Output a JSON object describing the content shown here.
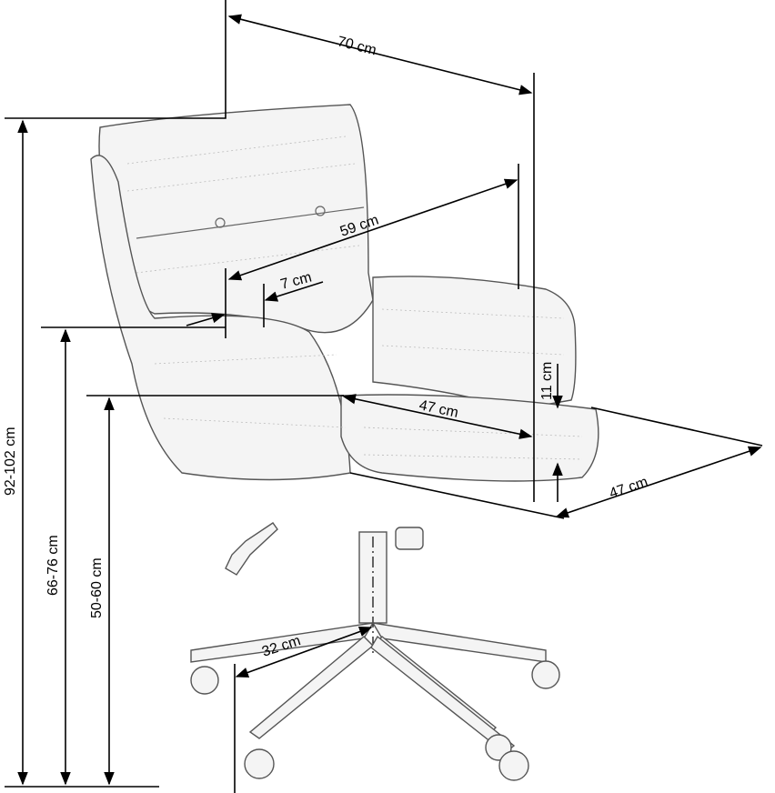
{
  "diagram": {
    "dimensions": {
      "overall_width": "70 cm",
      "backrest_width": "59 cm",
      "armrest_width": "7 cm",
      "seat_depth": "47 cm",
      "armrest_height": "11 cm",
      "overall_depth": "47 cm",
      "base_radius": "32 cm",
      "overall_height": "92-102 cm",
      "armrest_floor_height": "66-76 cm",
      "seat_height": "50-60 cm"
    },
    "colors": {
      "lines": "#000000",
      "chair_outline": "#555555"
    }
  }
}
